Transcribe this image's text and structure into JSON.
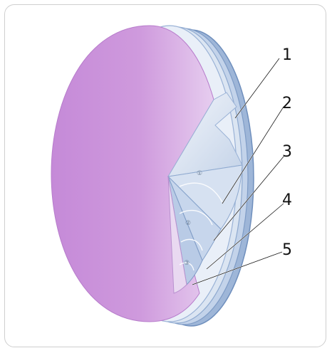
{
  "diagram": {
    "callouts": [
      {
        "id": 1,
        "label": "1"
      },
      {
        "id": 2,
        "label": "2"
      },
      {
        "id": 3,
        "label": "3"
      },
      {
        "id": 4,
        "label": "4"
      },
      {
        "id": 5,
        "label": "5"
      }
    ],
    "inner_marks": [
      {
        "label": "①"
      },
      {
        "label": "②"
      },
      {
        "label": "③"
      }
    ],
    "colors": {
      "disc_face": "#c58ad8",
      "layer_edge": "#8ea9cf",
      "layer_fill": "#dbe5f2",
      "frame_border": "#cfcfcf",
      "leader_line": "#ffffff"
    }
  }
}
